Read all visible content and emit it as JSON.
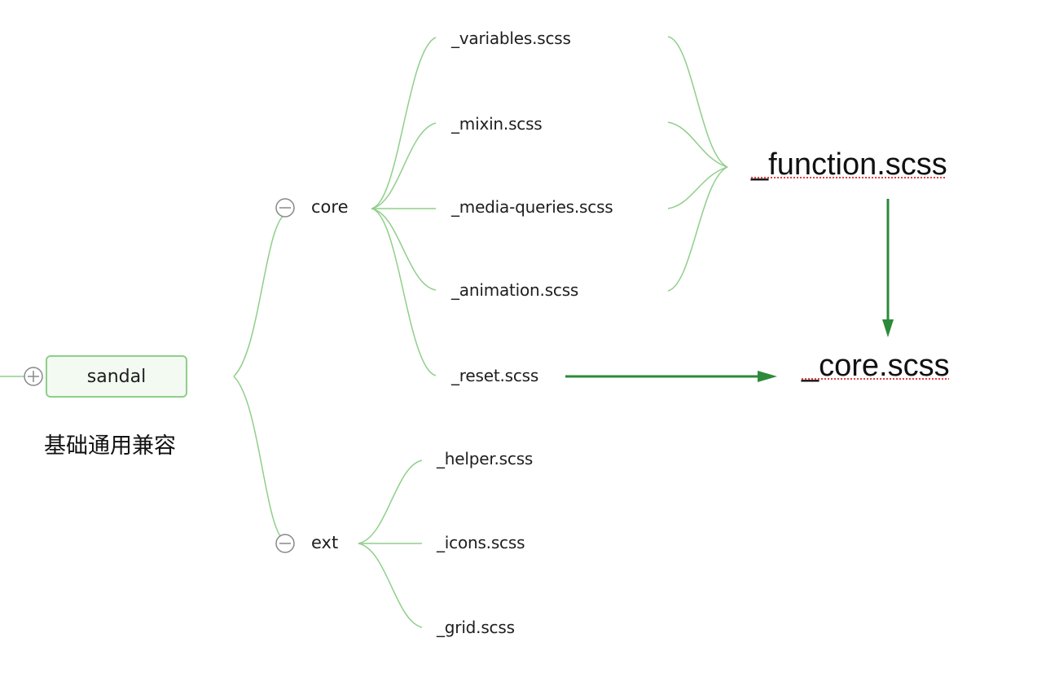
{
  "root": {
    "label": "sandal",
    "note": "基础通用兼容"
  },
  "branches": [
    {
      "label": "core",
      "children": [
        "_variables.scss",
        "_mixin.scss",
        "_media-queries.scss",
        "_animation.scss",
        "_reset.scss"
      ]
    },
    {
      "label": "ext",
      "children": [
        "_helper.scss",
        "_icons.scss",
        "_grid.scss"
      ]
    }
  ],
  "targets": {
    "function": "_function.scss",
    "core": "_core.scss"
  },
  "icons": {
    "root_toggle": "plus-circle-icon",
    "branch_toggle": "minus-circle-icon"
  },
  "colors": {
    "connector": "#8fcf8a",
    "arrow": "#2d8a3a",
    "misspell_underline": "#e04040"
  }
}
